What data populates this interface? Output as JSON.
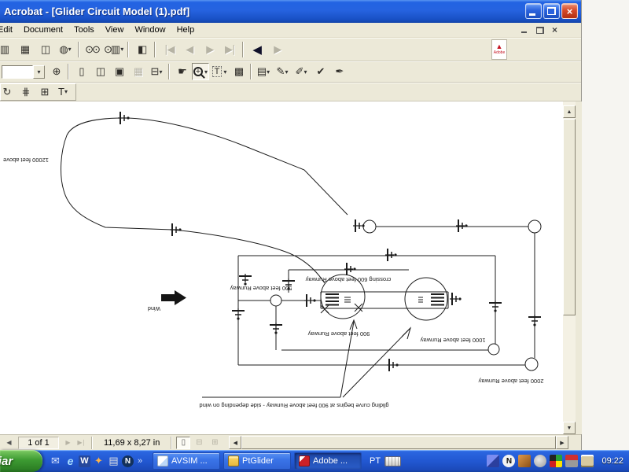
{
  "window": {
    "title": "Acrobat - [Glider Circuit Model (1).pdf]"
  },
  "glyphs": {
    "close": "×",
    "dropdown": "▾",
    "up": "▲",
    "down": "▼",
    "left": "◀",
    "right": "▶"
  },
  "menubar": {
    "items": [
      {
        "name": "menu-edit",
        "label": "Edit",
        "cls": "clipped"
      },
      {
        "name": "menu-document",
        "label": "Document"
      },
      {
        "name": "menu-tools",
        "label": "Tools"
      },
      {
        "name": "menu-view",
        "label": "View"
      },
      {
        "name": "menu-window",
        "label": "Window"
      },
      {
        "name": "menu-help",
        "label": "Help"
      }
    ]
  },
  "toolbar1": {
    "adobe_glyph": "▲",
    "adobe_label": "Adobe",
    "buttons": [
      {
        "name": "save-button",
        "glyph": "▥",
        "cls": "cut"
      },
      {
        "name": "print-button",
        "glyph": "▦"
      },
      {
        "name": "email-button",
        "glyph": "◫"
      },
      {
        "name": "open-web-page-button",
        "glyph": "◍",
        "dd": true
      },
      {
        "sep": true
      },
      {
        "name": "find-button",
        "glyph": "⊙⊙"
      },
      {
        "name": "search-button",
        "glyph": "⊙▥",
        "dd": true
      },
      {
        "sep": true
      },
      {
        "name": "show-hide-navigation-pane-button",
        "glyph": "◧"
      },
      {
        "sep": true
      },
      {
        "name": "first-page-button",
        "glyph": "∣◀",
        "state": "disabled"
      },
      {
        "name": "previous-page-button",
        "glyph": "◀",
        "state": "disabled"
      },
      {
        "name": "next-page-button",
        "glyph": "▶",
        "state": "disabled"
      },
      {
        "name": "last-page-button",
        "glyph": "▶∣",
        "state": "disabled"
      },
      {
        "sep": true
      },
      {
        "name": "go-to-previous-view-button",
        "glyph": "◀",
        "cls": "strong"
      },
      {
        "name": "go-to-next-view-button",
        "glyph": "▶",
        "state": "disabled"
      }
    ]
  },
  "toolbar2": {
    "buttons": [
      {
        "name": "actual-size-button",
        "glyph": "⊕"
      },
      {
        "sep": true
      },
      {
        "name": "fit-in-window-button",
        "glyph": "▯"
      },
      {
        "name": "fit-width-button",
        "glyph": "◫"
      },
      {
        "name": "fit-visible-button",
        "glyph": "▣"
      },
      {
        "name": "reflow-button",
        "glyph": "▦",
        "state": "disabled"
      },
      {
        "name": "page-layout-button",
        "glyph": "⊟",
        "dd": true
      },
      {
        "sep": true
      },
      {
        "name": "hand-tool-button",
        "glyph": "☛"
      },
      {
        "name": "zoom-in-tool-button",
        "glyph": "+",
        "cls": "magnifier",
        "state": "pressed",
        "dd": true
      },
      {
        "name": "text-select-tool-button",
        "glyph": "T",
        "cls": "dotted",
        "dd": true
      },
      {
        "name": "select-image-tool-button",
        "glyph": "▩"
      },
      {
        "sep": true
      },
      {
        "name": "note-tool-button",
        "glyph": "▤",
        "dd": true
      },
      {
        "name": "pencil-tool-button",
        "glyph": "✎",
        "dd": true
      },
      {
        "name": "highlight-tool-button",
        "glyph": "✐",
        "dd": true
      },
      {
        "name": "spell-check-button",
        "glyph": "✔"
      },
      {
        "name": "digital-signature-button",
        "glyph": "✒"
      }
    ]
  },
  "toolbar3": {
    "buttons": [
      {
        "name": "rotate-pages-button",
        "glyph": "↻",
        "cls": "cut"
      },
      {
        "name": "crop-pages-button",
        "glyph": "⋕"
      },
      {
        "name": "movie-tool-button",
        "glyph": "⊞"
      },
      {
        "name": "touchup-text-tool-button",
        "glyph": "T",
        "dd": true
      }
    ]
  },
  "doc": {
    "labels": {
      "alt12000": "12000 feet above",
      "alt500": "500 feet above Runway",
      "alt600": "crossing 600 feet above Runway",
      "alt900": "900 feet above Runway",
      "alt1000": "1000 feet above Runway",
      "alt2000": "2000 feet above Runway",
      "wind": "Wind",
      "note": "gliding curve begins at 900 feet above Runway - side depending on wind"
    }
  },
  "statusbar": {
    "controls": [
      {
        "name": "status-previous-page-button",
        "glyph": "◀"
      },
      {
        "name": "status-page-indicator",
        "label": "1 of 1",
        "cls": "pagebox"
      },
      {
        "name": "status-next-page-button",
        "glyph": "▶",
        "state": "disabled"
      },
      {
        "name": "status-last-page-button",
        "glyph": "▶∣",
        "state": "disabled"
      }
    ],
    "size_label": "11,69 x 8,27 in",
    "layout_buttons": [
      {
        "name": "single-page-layout-button",
        "glyph": "▯",
        "state": "pressed"
      },
      {
        "name": "continuous-layout-button",
        "glyph": "⊟",
        "state": "disabled"
      },
      {
        "name": "continuous-facing-layout-button",
        "glyph": "⊞",
        "state": "disabled"
      }
    ]
  },
  "taskbar": {
    "start_label": "Iniciar",
    "quick_launch": [
      {
        "name": "quick-launch-messenger-icon",
        "glyph": "✉",
        "cls": "ql-mail"
      },
      {
        "name": "quick-launch-internet-explorer-icon",
        "glyph": "e",
        "cls": "ql-ie"
      },
      {
        "name": "quick-launch-word-icon",
        "glyph": "W",
        "cls": "ql-word"
      },
      {
        "name": "quick-launch-winamp-icon",
        "glyph": "✦",
        "cls": "ql-amp"
      },
      {
        "name": "quick-launch-notes-icon",
        "glyph": "▤",
        "cls": "ql-notes"
      },
      {
        "name": "quick-launch-netscape-icon",
        "glyph": "N",
        "cls": "ql-nets"
      },
      {
        "name": "quick-launch-more-chevron",
        "glyph": "»",
        "cls": "ql-more"
      }
    ],
    "tasks": [
      {
        "name": "task-avsim",
        "label": "AVSIM ...",
        "icon": "ie"
      },
      {
        "name": "task-ptglider",
        "label": "PtGlider",
        "icon": "folder"
      },
      {
        "name": "task-adobe",
        "label": "Adobe ...",
        "icon": "acrobat",
        "state": "active"
      }
    ],
    "language_label": "PT",
    "tray": [
      {
        "name": "tray-display-icon",
        "cls": "tr1"
      },
      {
        "name": "tray-antivirus-icon",
        "cls": "tr2",
        "glyph": "N"
      },
      {
        "name": "tray-download-manager-icon",
        "cls": "tr3"
      },
      {
        "name": "tray-volume-icon",
        "cls": "tr4"
      },
      {
        "name": "tray-graphics-icon",
        "cls": "tr5"
      },
      {
        "name": "tray-print-monitor-icon",
        "cls": "tr6"
      },
      {
        "name": "tray-scheduler-icon",
        "cls": "tr7"
      }
    ],
    "clock": "09:22"
  }
}
